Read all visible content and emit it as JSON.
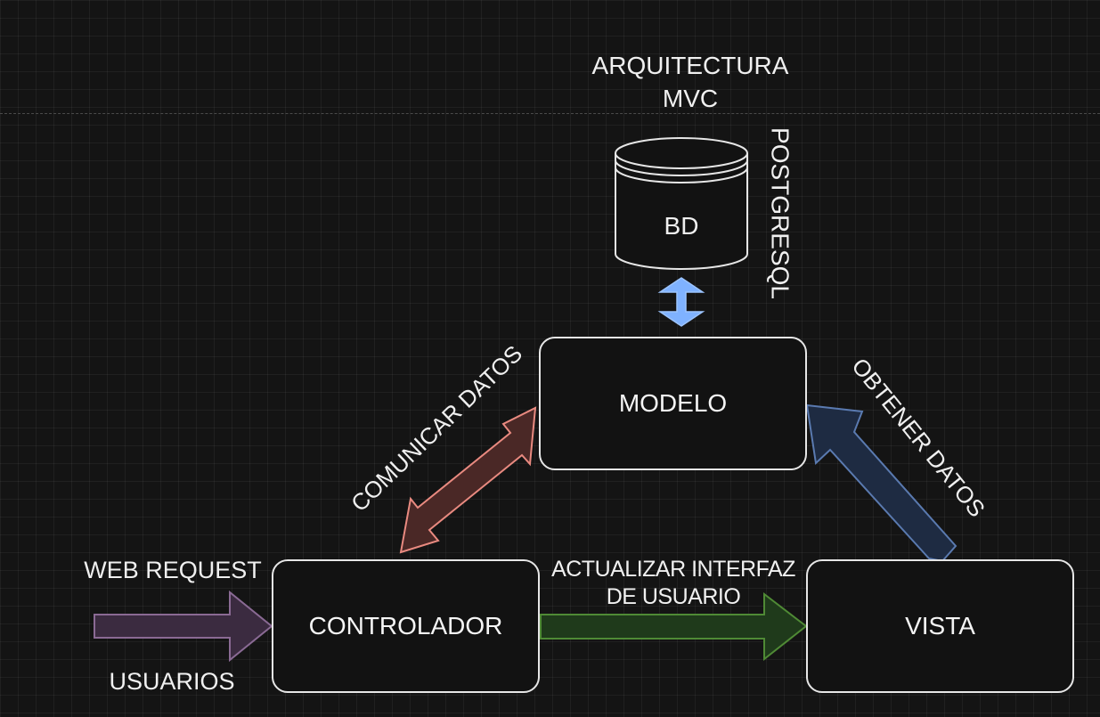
{
  "title": {
    "line1": "ARQUITECTURA",
    "line2": "MVC"
  },
  "database": {
    "label": "BD",
    "engine": "POSTGRESQL"
  },
  "nodes": {
    "modelo": "MODELO",
    "controlador": "CONTROLADOR",
    "vista": "VISTA"
  },
  "edges": {
    "comunicar": "COMUNICAR DATOS",
    "obtener": "OBTENER DATOS",
    "actualizar_line1": "ACTUALIZAR INTERFAZ",
    "actualizar_line2": "DE USUARIO",
    "web_request": "WEB REQUEST",
    "usuarios": "USUARIOS"
  },
  "colors": {
    "background": "#141414",
    "db_arrow": "#7fb2ff",
    "comunicar_arrow": "#e98a80",
    "obtener_arrow": "#5a7ab0",
    "actualizar_arrow": "#4f8a35",
    "request_arrow": "#8a6a94"
  }
}
